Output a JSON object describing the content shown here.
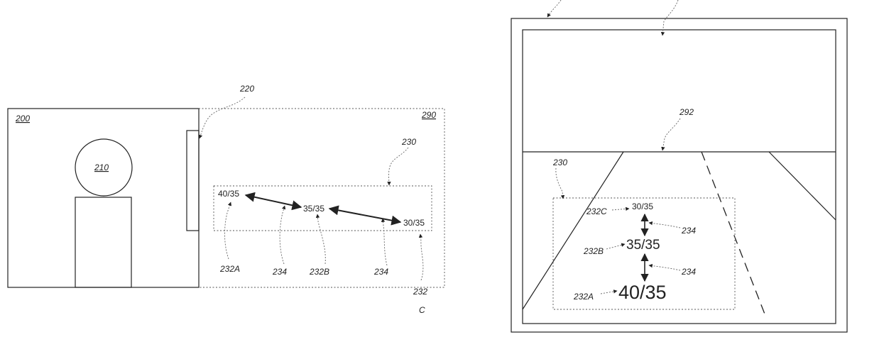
{
  "fig_left": {
    "labels": {
      "vehicle": "200",
      "driver": "210",
      "windshield": "220",
      "outside": "290",
      "hud_region": "230",
      "item_a": "232A",
      "item_b": "232B",
      "item_c_line1": "232",
      "item_c_line2": "C",
      "connector_1": "234",
      "connector_2": "234"
    },
    "values": {
      "a": "40/35",
      "b": "35/35",
      "c": "30/35"
    }
  },
  "fig_right": {
    "labels": {
      "horizon": "292",
      "hud_region": "230",
      "item_a": "232A",
      "item_b": "232B",
      "item_c": "232C",
      "connector_1": "234",
      "connector_2": "234"
    },
    "values": {
      "a": "40/35",
      "b": "35/35",
      "c": "30/35"
    }
  }
}
